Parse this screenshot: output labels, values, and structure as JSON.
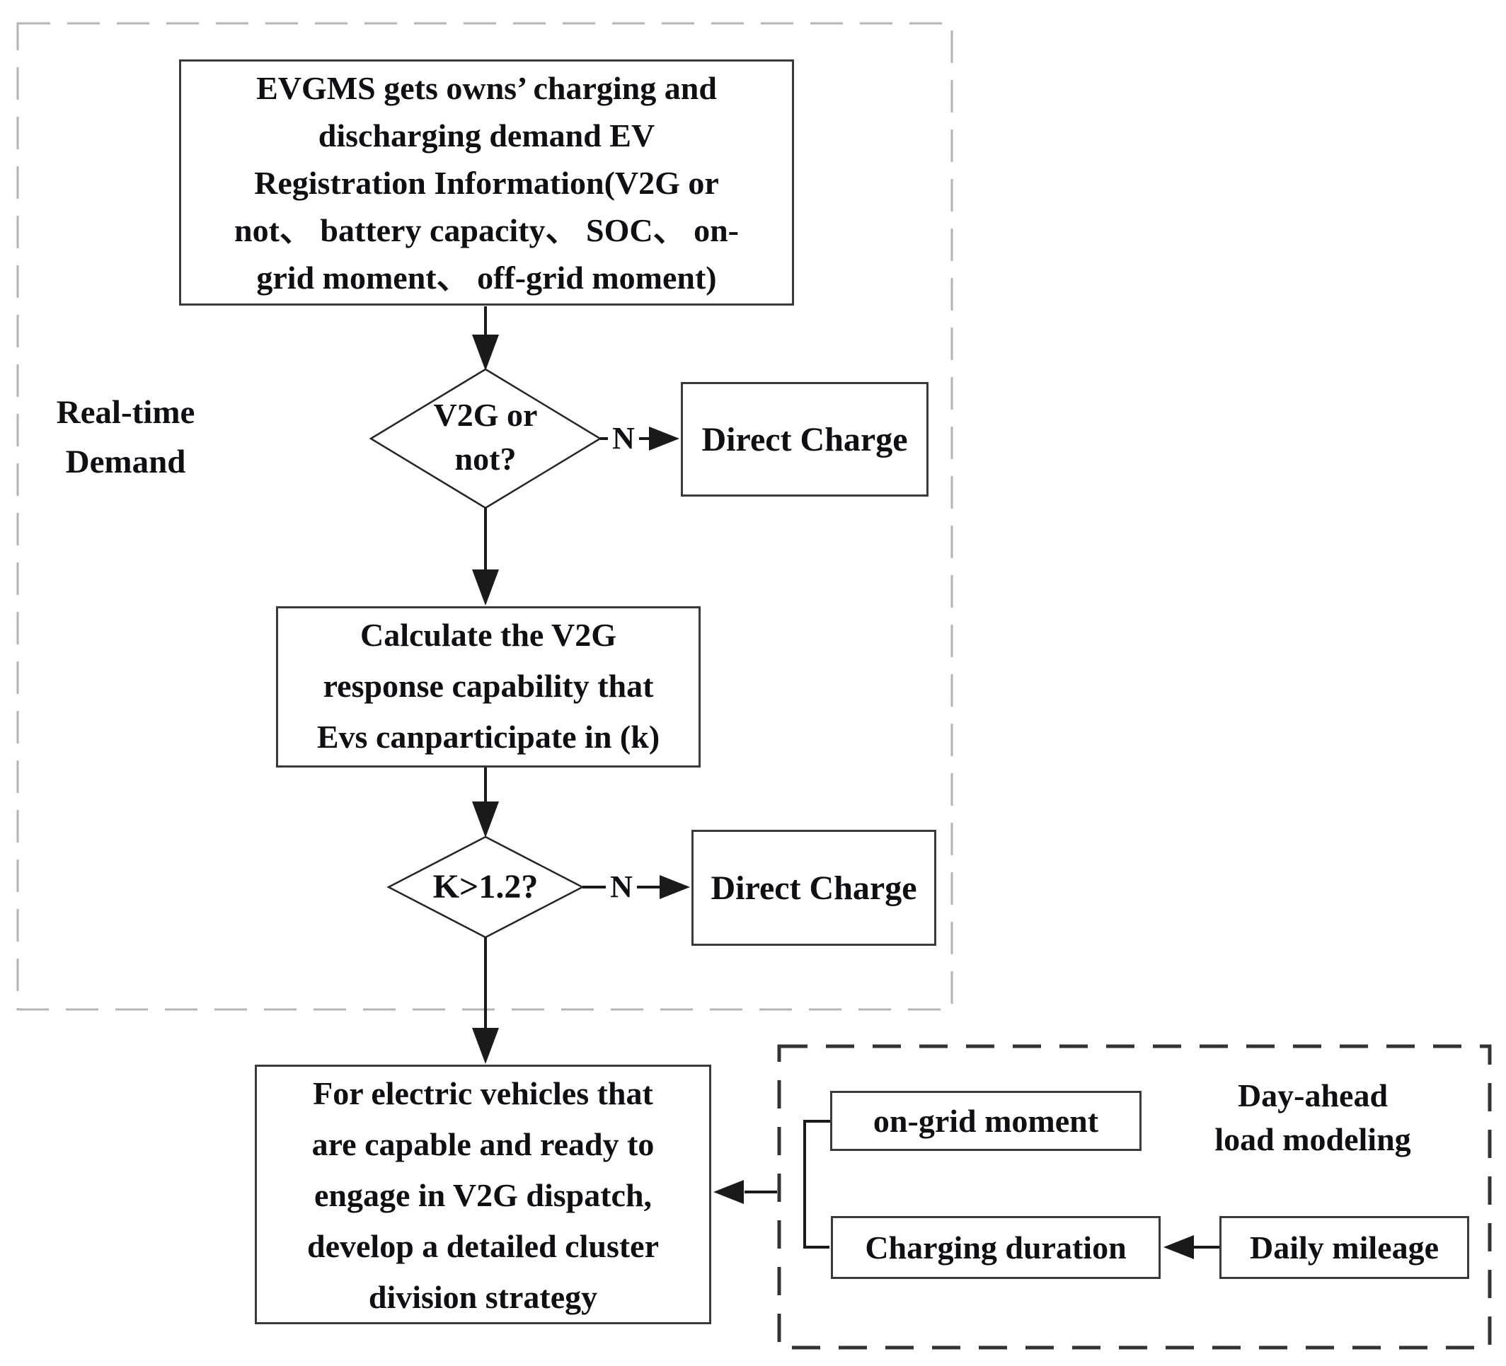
{
  "colors": {
    "line": "#1a1a1a",
    "box-border": "#3a3a3a",
    "box-bg": "#ffffff",
    "text": "#101014",
    "region-gray-border": "#b4b4b4",
    "region-dark-border": "#333333"
  },
  "regions": {
    "realtime_demand": {
      "label_line1": "Real-time",
      "label_line2": "Demand"
    },
    "day_ahead": {
      "label_line1": "Day-ahead",
      "label_line2": "load modeling"
    }
  },
  "nodes": {
    "evgms_box": {
      "lines": [
        "EVGMS gets owns’ charging and",
        "discharging demand EV",
        "Registration Information(V2G or",
        "not、 battery capacity、 SOC、 on-",
        "grid moment、 off-grid moment)"
      ]
    },
    "v2g_decision": {
      "line1": "V2G or",
      "line2": "not?"
    },
    "direct_charge_top": {
      "label": "Direct Charge"
    },
    "calc_box": {
      "lines": [
        "Calculate the V2G",
        "response capability that",
        "Evs canparticipate in (k)"
      ]
    },
    "k_decision": {
      "label": "K>1.2?"
    },
    "direct_charge_mid": {
      "label": "Direct Charge"
    },
    "cluster_box": {
      "lines": [
        "For electric vehicles that",
        "are capable and ready to",
        "engage in V2G dispatch,",
        "develop a detailed cluster",
        "division strategy"
      ]
    },
    "on_grid_box": {
      "label": "on-grid moment"
    },
    "charging_duration_box": {
      "label": "Charging duration"
    },
    "daily_mileage_box": {
      "label": "Daily mileage"
    }
  },
  "edge_labels": {
    "v2g_no": "N",
    "k_no": "N"
  }
}
